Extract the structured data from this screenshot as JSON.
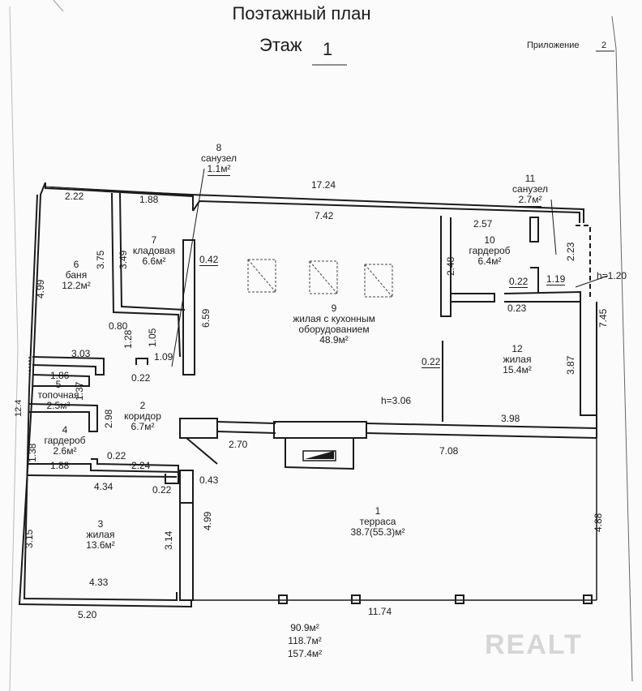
{
  "header": {
    "title": "Поэтажный план",
    "floor_label": "Этаж",
    "floor_value": "1",
    "appendix_label": "Приложение",
    "appendix_value": "2"
  },
  "rooms": [
    {
      "num": "1",
      "name": "терраса",
      "area": "38.7(55.3)м²"
    },
    {
      "num": "2",
      "name": "коридор",
      "area": "6.7м²"
    },
    {
      "num": "3",
      "name": "жилая",
      "area": "13.6м²"
    },
    {
      "num": "4",
      "name": "гардероб",
      "area": "2.6м²"
    },
    {
      "num": "5",
      "name": "топочная",
      "area": "2.5м²"
    },
    {
      "num": "6",
      "name": "баня",
      "area": "12.2м²"
    },
    {
      "num": "7",
      "name": "кладовая",
      "area": "6.6м²"
    },
    {
      "num": "8",
      "name": "санузел",
      "area": "1.1м²"
    },
    {
      "num": "9",
      "name": "жилая с кухонным",
      "name2": "оборудованием",
      "area": "48.9м²"
    },
    {
      "num": "10",
      "name": "гардероб",
      "area": "6.4м²"
    },
    {
      "num": "11",
      "name": "санузел",
      "area": "2.7м²"
    },
    {
      "num": "12",
      "name": "жилая",
      "area": "15.4м²"
    }
  ],
  "dimensions": {
    "d_17_24": "17.24",
    "d_2_22": "2.22",
    "d_1_88a": "1.88",
    "d_7_42": "7.42",
    "d_2_57": "2.57",
    "d_3_75": "3.75",
    "d_3_49": "3.49",
    "d_0_42": "0.42",
    "d_6_59": "6.59",
    "d_2_48": "2.48",
    "d_2_23": "2.23",
    "d_0_22a": "0.22",
    "d_1_19": "1.19",
    "h_1_20": "h=1.20",
    "d_0_23": "0.23",
    "d_7_45": "7.45",
    "d_0_80": "0.80",
    "d_1_28": "1.28",
    "d_1_05": "1.05",
    "d_1_09": "1.09",
    "d_0_22b": "0.22",
    "d_4_99a": "4.99",
    "d_3_03": "3.03",
    "d_1_86": "1.86",
    "d_1_37": "1.37",
    "d_0_22c": "0.22",
    "d_3_87": "3.87",
    "h_3_06": "h=3.06",
    "d_3_98": "3.98",
    "d_2_98": "2.98",
    "d_1_38": "1.38",
    "d_2_70": "2.70",
    "d_7_08": "7.08",
    "d_0_22d": "0.22",
    "d_1_88b": "1.88",
    "d_2_24": "2.24",
    "d_4_34": "4.34",
    "d_0_22e": "0.22",
    "d_0_43": "0.43",
    "d_4_99b": "4.99",
    "d_4_88": "4.88",
    "d_3_15": "3.15",
    "d_3_14": "3.14",
    "d_4_33": "4.33",
    "d_5_20": "5.20",
    "d_11_74": "11.74",
    "d_12_4": "12.4"
  },
  "totals": [
    "90.9м²",
    "118.7м²",
    "157.4м²"
  ],
  "watermark": "REALT"
}
